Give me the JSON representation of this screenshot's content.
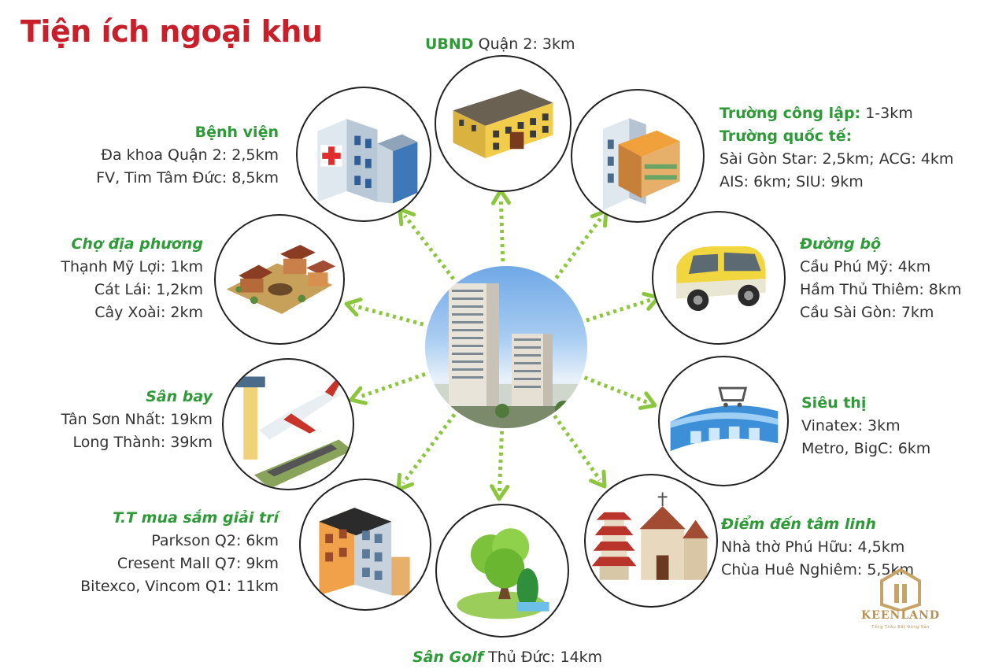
{
  "title": "Tiện ích ngoại khu",
  "colors": {
    "title": "#c8202a",
    "accent_green": "#2e9a38",
    "text": "#333333",
    "arrow": "#8cc63f"
  },
  "amenities": {
    "ubnd": {
      "icon": "government-building-icon",
      "heading": "UBND",
      "detail": " Quận 2: 3km"
    },
    "truong": {
      "icon": "school-building-icon",
      "heading1": "Trường công lập:",
      "detail1": " 1-3km",
      "heading2": "Trường quốc tế:",
      "lines": [
        "Sài Gòn Star: 2,5km; ACG: 4km",
        "AIS: 6km; SIU: 9km"
      ]
    },
    "duong_bo": {
      "icon": "van-icon",
      "heading": "Đường bộ",
      "lines": [
        "Cầu Phú Mỹ: 4km",
        "Hầm Thủ Thiêm: 8km",
        "Cầu Sài Gòn: 7km"
      ]
    },
    "sieu_thi": {
      "icon": "supermarket-icon",
      "heading": "Siêu thị",
      "lines": [
        "Vinatex: 3km",
        "Metro, BigC: 6km"
      ]
    },
    "tam_linh": {
      "icon": "pagoda-church-icon",
      "heading": "Điểm đến tâm linh",
      "lines": [
        "Nhà thờ Phú Hữu: 4,5km",
        "Chùa Huê Nghiêm: 5,5km"
      ]
    },
    "golf": {
      "icon": "golf-tree-icon",
      "heading": "Sân Golf",
      "detail": " Thủ Đức: 14km"
    },
    "mua_sam": {
      "icon": "shopping-mall-icon",
      "heading": "T.T mua sắm giải trí",
      "lines": [
        "Parkson Q2: 6km",
        "Cresent Mall Q7: 9km",
        "Bitexco, Vincom Q1: 11km"
      ]
    },
    "san_bay": {
      "icon": "airplane-tower-icon",
      "heading": "Sân bay",
      "lines": [
        "Tân Sơn Nhất: 19km",
        "Long Thành: 39km"
      ]
    },
    "cho": {
      "icon": "market-icon",
      "heading": "Chợ địa phương",
      "lines": [
        "Thạnh Mỹ Lợi: 1km",
        "Cát Lái: 1,2km",
        "Cây Xoài: 2km"
      ]
    },
    "benh_vien": {
      "icon": "hospital-icon",
      "heading": "Bệnh viện",
      "lines": [
        "Đa khoa Quận 2: 2,5km",
        "FV, Tim Tâm Đức: 8,5km"
      ]
    }
  },
  "logo": {
    "name": "KEENLAND",
    "tagline": "Tổng Thầu Bất Động Sản"
  }
}
